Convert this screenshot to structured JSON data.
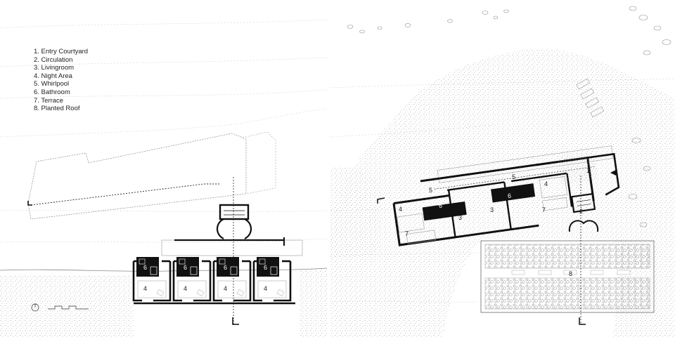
{
  "legend": {
    "items": [
      "1. Entry Courtyard",
      "2. Circulation",
      "3. Livingroom",
      "4. Night Area",
      "5. Whirlpool",
      "6. Bathroom",
      "7. Terrace",
      "8. Planted Roof"
    ]
  },
  "room_labels": {
    "left_bath": "6",
    "left_night": "4",
    "right_entry": "1",
    "right_circulation": "2",
    "right_living": "3",
    "right_night": "4",
    "right_whirlpool": "5",
    "right_bath": "6",
    "right_terrace": "7",
    "right_roof": "8"
  },
  "colors": {
    "wall": "#111111",
    "thin": "#8a8a8a",
    "vegetation": "#b5b5b5"
  }
}
